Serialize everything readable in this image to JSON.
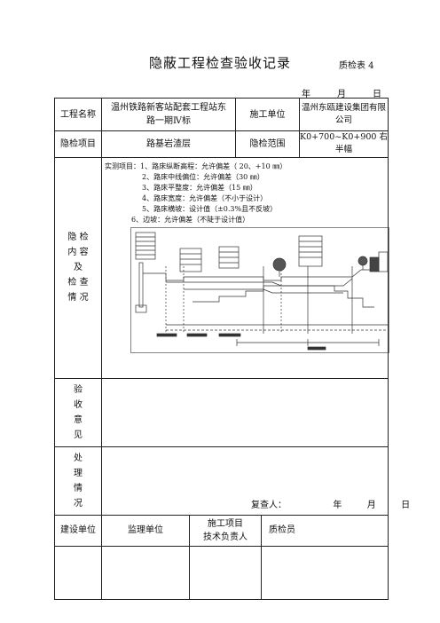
{
  "header": {
    "title": "隐蔽工程检查验收记录",
    "form_no": "质检表 4",
    "date_year": "年",
    "date_month": "月",
    "date_day": "日"
  },
  "rows": {
    "project_name_label": "工程名称",
    "project_name_value": "温州铁路新客站配套工程站东路一期Ⅳ标",
    "contractor_label": "施工单位",
    "contractor_value": "温州东瓯建设集团有限公司",
    "item_label": "隐检项目",
    "item_value": "路基岩渣层",
    "scope_label": "隐检范围",
    "scope_value": "K0+700~K0+900 右半幅"
  },
  "inspection": {
    "label_chars": [
      "隐",
      "检",
      "内",
      "容",
      "及",
      "检",
      "查",
      "情",
      "况"
    ],
    "items": [
      "实测项目：1、路床纵断高程：允许偏差（ 20、+10 ㎜）",
      "2、路床中线偏位：允许偏差（30 ㎜）",
      "3、路床平整度：允许偏差（15 ㎜）",
      "4、路床宽度：允许偏差（不小于设计）",
      "5、路床横坡：设计值（±0.3%且不反坡）",
      "6、边坡：允许偏差（不陡于设计值）"
    ]
  },
  "acceptance": {
    "label_chars": [
      "验",
      "收",
      "意",
      "见"
    ]
  },
  "handling": {
    "label_chars": [
      "处",
      "理",
      "情",
      "况"
    ],
    "reviewer_label": "复查人：",
    "date_year": "年",
    "date_month": "月",
    "date_day": "日"
  },
  "signatures": {
    "builder": "建设单位",
    "supervisor": "监理单位",
    "tech_lead_line1": "施工项目",
    "tech_lead_line2": "技术负责人",
    "qc": "质检员"
  }
}
